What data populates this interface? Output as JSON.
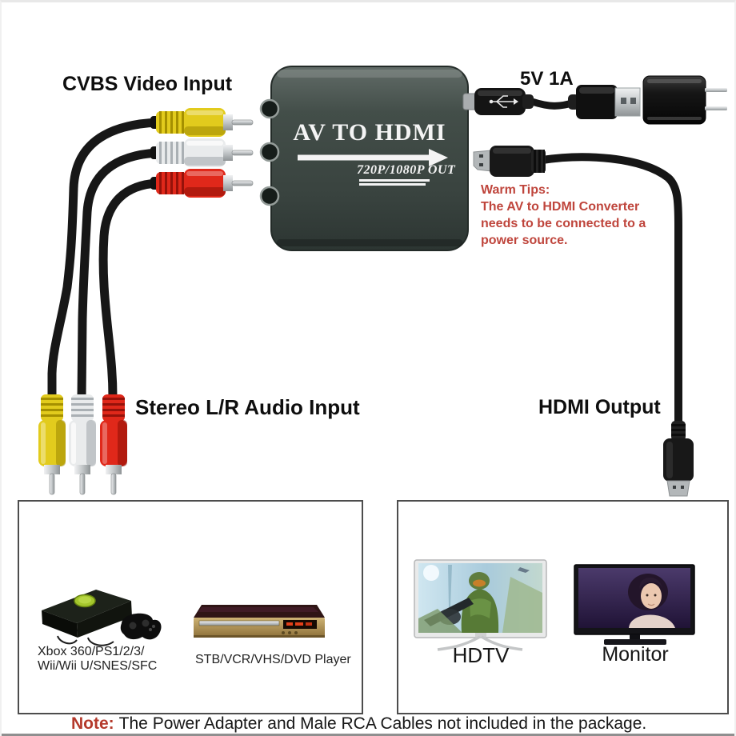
{
  "title": "AV to HDMI Converter connection diagram",
  "colors": {
    "converter_body": "#3f4a46",
    "rca_yellow": "#e2cb1d",
    "rca_white": "#e9ebec",
    "rca_red": "#e0281a",
    "warm_tips_red": "#bf453c",
    "note_red": "#b4392b",
    "label_black": "#0e0e0e"
  },
  "labels": {
    "cvbs_input": "CVBS Video Input",
    "power_spec": "5V 1A",
    "stereo_input": "Stereo L/R Audio Input",
    "hdmi_output": "HDMI Output"
  },
  "converter": {
    "title": "AV TO HDMI",
    "subtitle": "720P/1080P OUT"
  },
  "warm_tips": {
    "heading": "Warm Tips:",
    "lines": [
      "The AV to HDMI Converter",
      "needs to be connected to a",
      "power source."
    ]
  },
  "sources": {
    "console_caption_line1": "Xbox 360/PS1/2/3/",
    "console_caption_line2": "Wii/Wii U/SNES/SFC",
    "player_caption": "STB/VCR/VHS/DVD Player"
  },
  "displays": {
    "tv_caption": "HDTV",
    "monitor_caption": "Monitor"
  },
  "note": {
    "prefix": "Note:",
    "text": "The Power Adapter and Male RCA Cables not included in the package."
  }
}
